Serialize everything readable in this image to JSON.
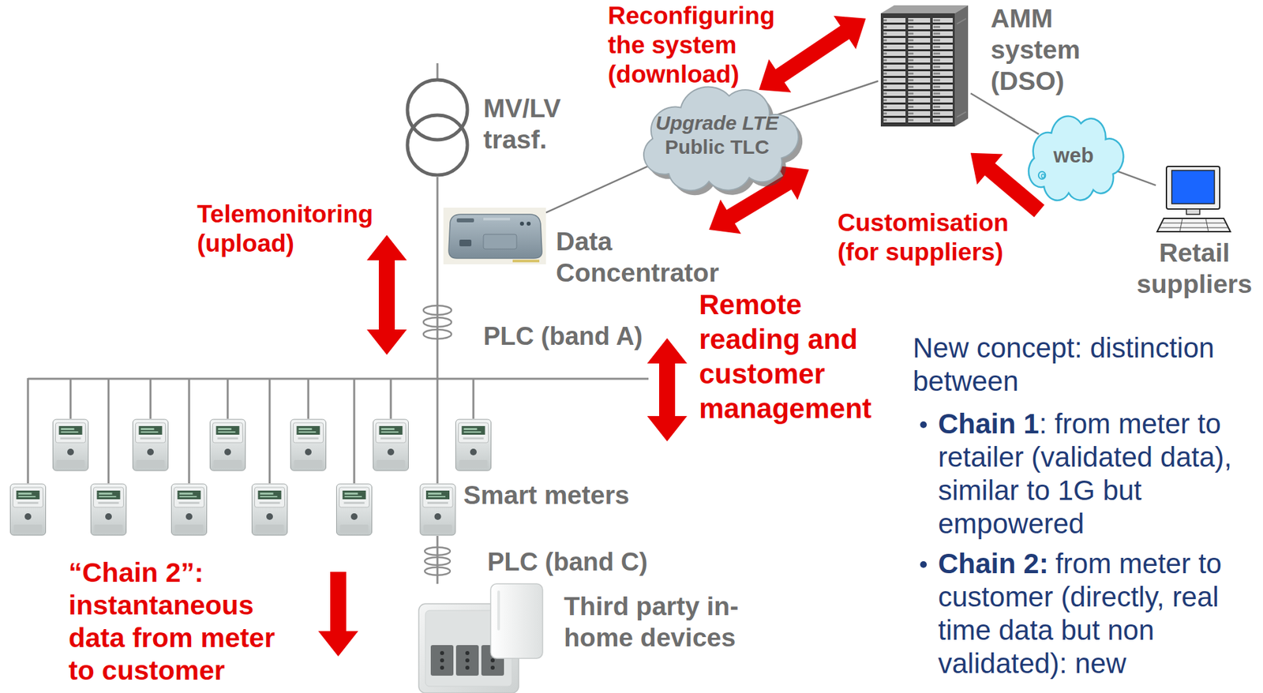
{
  "diagram": {
    "nodes": [
      {
        "text": [
          "Upgrade LTE",
          "Public TLC"
        ]
      },
      {
        "text": [
          "AMM system (DSO)"
        ]
      },
      {
        "text": [
          "web"
        ]
      },
      {
        "text": [
          "Retail suppliers"
        ]
      },
      {
        "text": [
          "Data Concentrator"
        ]
      },
      {
        "text": [
          "MV/LV trasf."
        ]
      },
      {
        "text": [
          "Smart meters"
        ]
      },
      {
        "text": [
          "Third party in-home devices"
        ]
      }
    ],
    "edges": [
      {
        "from": 4,
        "to": 0,
        "arrow": "none"
      },
      {
        "from": 0,
        "to": 1,
        "arrow": "none"
      },
      {
        "from": 1,
        "to": 2,
        "arrow": "none"
      },
      {
        "from": 2,
        "to": 3,
        "arrow": "none"
      },
      {
        "from": 5,
        "to": 6,
        "arrow": "none"
      },
      {
        "from": 6,
        "to": 7,
        "arrow": "none"
      }
    ],
    "labels": [
      "Reconfiguring the system (download)",
      "Telemonitoring (upload)",
      "PLC (band A)",
      "Remote reading and customer management",
      "PLC (band C)",
      "“Chain 2”: instantaneous data from meter to customer",
      "Customisation (for suppliers)",
      "New concept: distinction between",
      "Chain 1",
      ": from meter to retailer (validated data), similar to 1G but empowered",
      "Chain 2:",
      "from meter to customer (directly, real time data but non validated): new"
    ]
  }
}
